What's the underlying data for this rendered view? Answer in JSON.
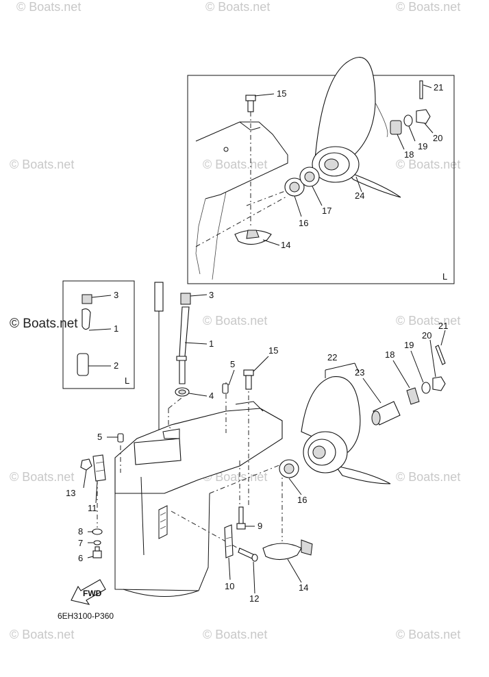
{
  "watermarks": {
    "text": "© Boats.net",
    "primary": "© Boats.net"
  },
  "diagram_code": "6EH3100-P360",
  "fwd_label": "FWD",
  "detail_box_label": "L",
  "inset_box_label": "L",
  "callouts": {
    "c1a": "1",
    "c2a": "2",
    "c3a": "3",
    "c1b": "1",
    "c3b": "3",
    "c4": "4",
    "c5a": "5",
    "c5b": "5",
    "c6": "6",
    "c7": "7",
    "c8": "8",
    "c9": "9",
    "c10": "10",
    "c11": "11",
    "c12": "12",
    "c13": "13",
    "c14a": "14",
    "c14b": "14",
    "c15a": "15",
    "c15b": "15",
    "c16a": "16",
    "c16b": "16",
    "c17": "17",
    "c18a": "18",
    "c18b": "18",
    "c19a": "19",
    "c19b": "19",
    "c20a": "20",
    "c20b": "20",
    "c21a": "21",
    "c21b": "21",
    "c22": "22",
    "c23": "23",
    "c24": "24"
  },
  "colors": {
    "line": "#111111",
    "watermark": "#c8c8c8"
  }
}
